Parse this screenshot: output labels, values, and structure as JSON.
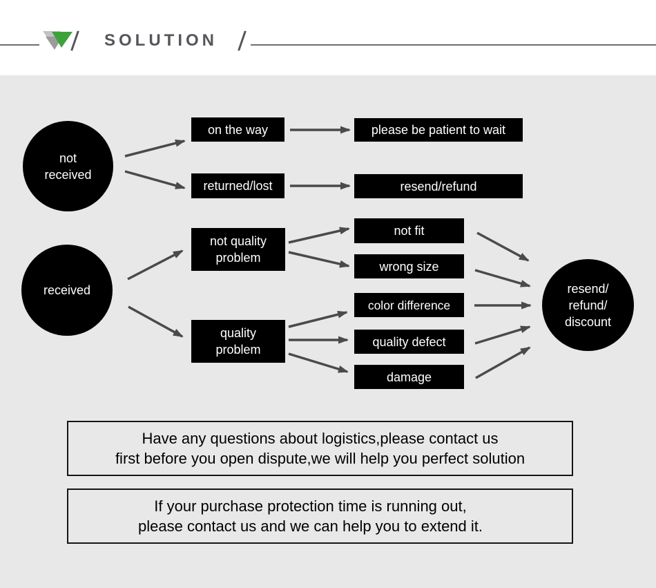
{
  "colors": {
    "canvas-bg": "#e8e8e8",
    "node-bg": "#000000",
    "node-text": "#ffffff",
    "arrow": "#4a4a4a",
    "header-text": "#55565a",
    "header-line": "#6f6f6f",
    "logo-green": "#3ca23a",
    "logo-gray-light": "#c3c3c3",
    "logo-gray-mid": "#9c9c9c",
    "note-border": "#151515",
    "note-text": "#000000"
  },
  "header": {
    "title": "SOLUTION"
  },
  "flowchart": {
    "nodes": {
      "not_received": "not\nreceived",
      "on_the_way": "on the way",
      "patient": "please be patient to wait",
      "returned_lost": "returned/lost",
      "resend_refund": "resend/refund",
      "received": "received",
      "not_quality_problem": "not quality\nproblem",
      "quality_problem": "quality\nproblem",
      "not_fit": "not fit",
      "wrong_size": "wrong size",
      "color_difference": "color difference",
      "quality_defect": "quality defect",
      "damage": "damage",
      "outcome": "resend/\nrefund/\ndiscount"
    }
  },
  "notes": {
    "logistics": {
      "line1": "Have any questions about logistics,please contact us",
      "line2": "first before you open dispute,we will help you perfect solution"
    },
    "protection": {
      "line1": "If your purchase protection time is running out,",
      "line2": "please contact us and we can help you to extend it."
    }
  }
}
